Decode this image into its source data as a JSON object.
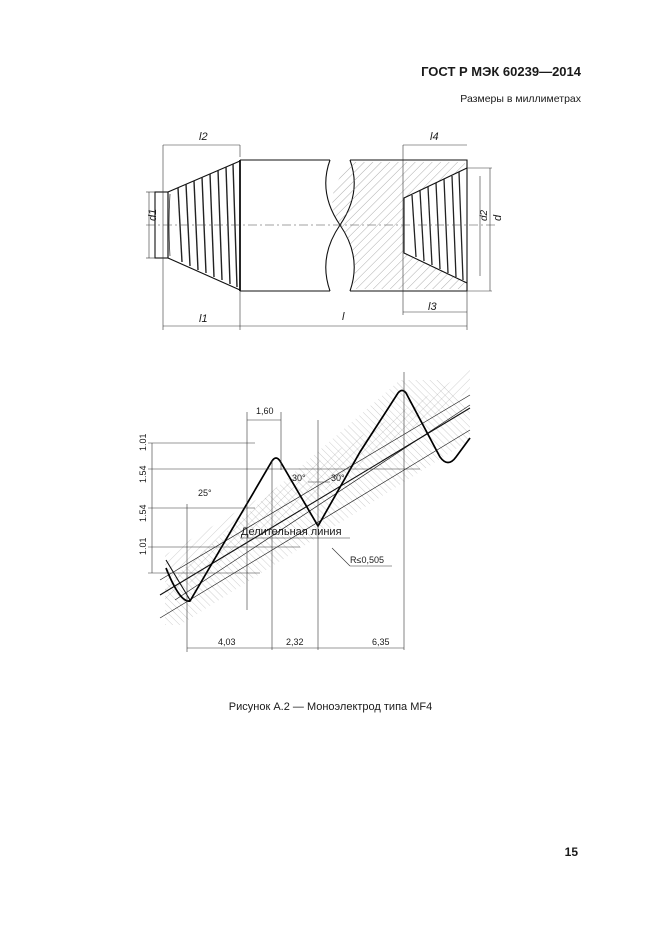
{
  "header": {
    "standard_code": "ГОСТ Р МЭК 60239—2014",
    "units_note": "Размеры в миллиметрах"
  },
  "figure1": {
    "labels": {
      "l2": "l2",
      "l4": "l4",
      "d1": "d1",
      "d2": "d2",
      "d": "d",
      "l1": "l1",
      "l": "l",
      "l3": "l3"
    }
  },
  "figure2": {
    "dimensions": {
      "top_width": "1,60",
      "v1_01_top": "1.01",
      "v1_54_a": "1.54",
      "v1_54_b": "1.54",
      "v1_01_bottom": "1.01",
      "angle_25": "25°",
      "angle_30a": "30°",
      "angle_30b": "30°",
      "pitch_line": "Делительная линия",
      "radius": "R≤0,505",
      "h_4_03": "4,03",
      "h_2_32": "2,32",
      "h_6_35": "6,35"
    }
  },
  "caption": "Рисунок А.2 — Моноэлектрод типа MF4",
  "page_number": "15",
  "colors": {
    "ink": "#1a1a1a",
    "background": "#ffffff"
  }
}
